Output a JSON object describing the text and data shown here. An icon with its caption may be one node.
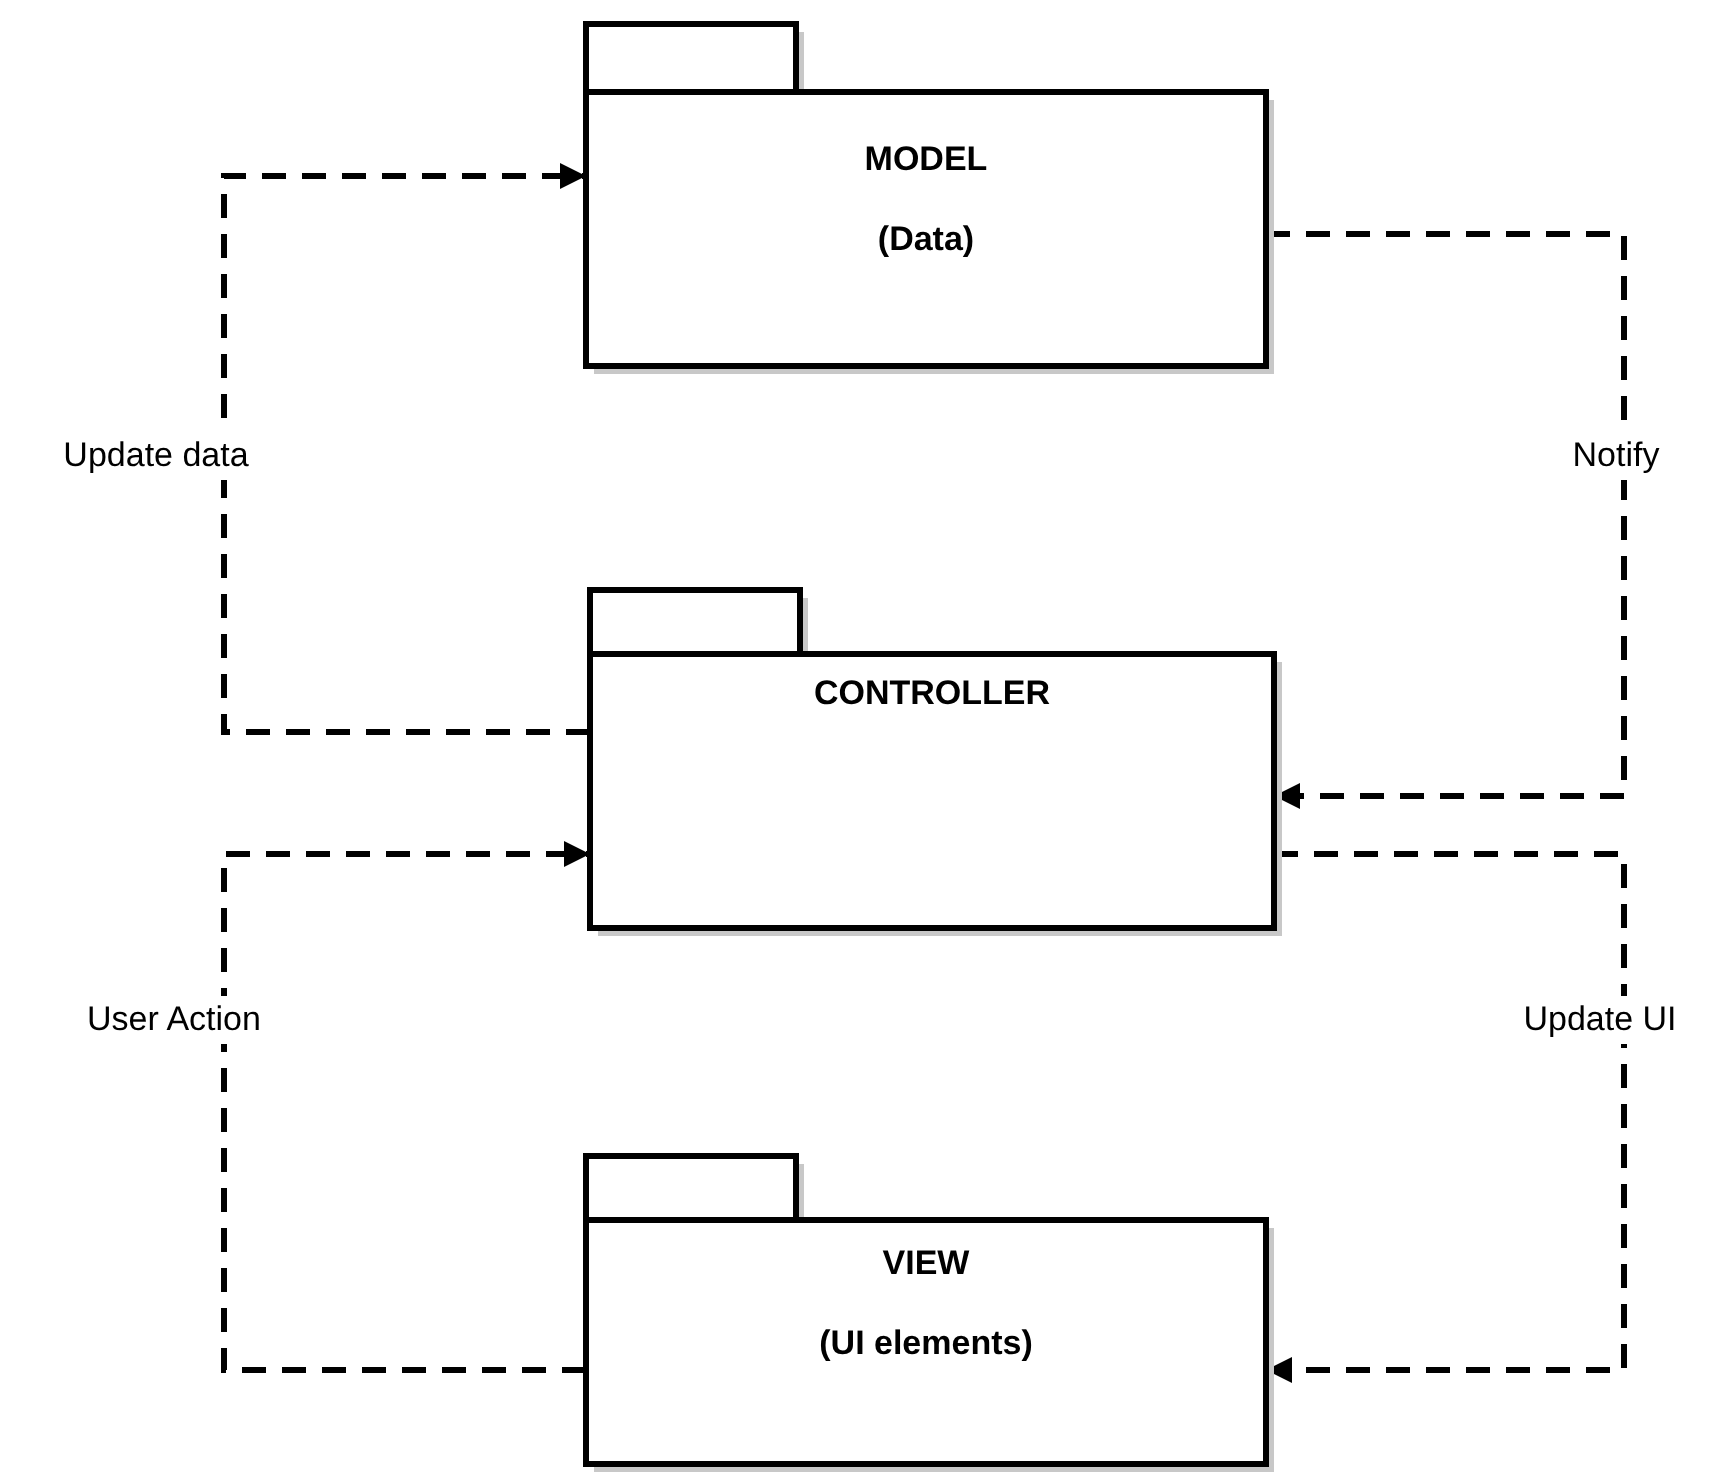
{
  "diagram": {
    "nodes": [
      {
        "text": [
          "MODEL",
          "(Data)"
        ]
      },
      {
        "text": [
          "CONTROLLER"
        ]
      },
      {
        "text": [
          "VIEW",
          "(UI elements)"
        ]
      }
    ],
    "edges": [
      {
        "from": 1,
        "to": 0,
        "arrow": "to",
        "label": "Update data",
        "style": "dashed"
      },
      {
        "from": 0,
        "to": 1,
        "arrow": "to",
        "label": "Notify",
        "style": "dashed"
      },
      {
        "from": 2,
        "to": 1,
        "arrow": "to",
        "label": "User Action",
        "style": "dashed"
      },
      {
        "from": 1,
        "to": 2,
        "arrow": "to",
        "label": "Update UI",
        "style": "dashed"
      }
    ]
  }
}
